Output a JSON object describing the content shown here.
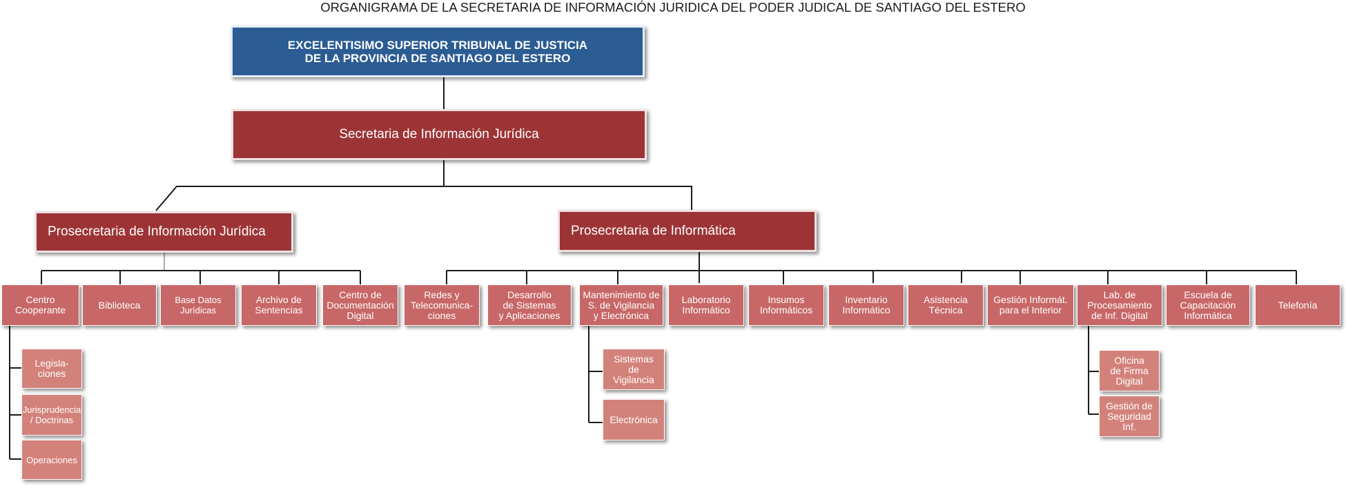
{
  "header": {
    "title": "ORGANIGRAMA DE LA SECRETARIA DE INFORMACIÓN JURIDICA  DEL PODER JUDICAL DE SANTIAGO DEL ESTERO"
  },
  "colors": {
    "top": "#2b5c93",
    "secretaria": "#9c3436",
    "department": "#c86767",
    "subunit": "#d3827b",
    "connector": "#1a1a1a"
  },
  "org": {
    "tribunal": "EXCELENTISIMO SUPERIOR TRIBUNAL DE JUSTICIA\nDE LA PROVINCIA DE SANTIAGO DEL ESTERO",
    "secretaria": "Secretaria de Información Jurídica",
    "prosec_juridica": {
      "label": "Prosecretaria de Información Jurídica",
      "departments": [
        "Centro\nCooperante",
        "Biblioteca",
        "Base Datos\nJurídicas",
        "Archivo de\nSentencias",
        "Centro de\nDocumentación\nDigital"
      ],
      "centro_cooperante_children": [
        "Legisla-\nciones",
        "Jurisprudencia\n/ Doctrinas",
        "Operaciones"
      ]
    },
    "prosec_informatica": {
      "label": "Prosecretaria de Informática",
      "departments": [
        "Redes y\nTelecomunica-\nciones",
        "Desarrollo\nde Sistemas\ny Aplicaciones",
        "Mantenimiento de\nS. de Vigilancia\ny Electrónica",
        "Laboratorio\nInformático",
        "Insumos\nInformáticos",
        "Inventario\nInformático",
        "Asistencia\nTécnica",
        "Gestión Informát.\npara el Interior",
        "Lab. de\nProcesamiento\nde  Inf. Digital",
        "Escuela de\nCapacitación\nInformática",
        "Telefonía"
      ],
      "mantenimiento_children": [
        "Sistemas\nde\nVigilancia",
        "Electrónica"
      ],
      "lab_children": [
        "Oficina\nde Firma\nDigital",
        "Gestión de\nSeguridad\nInf."
      ]
    }
  }
}
